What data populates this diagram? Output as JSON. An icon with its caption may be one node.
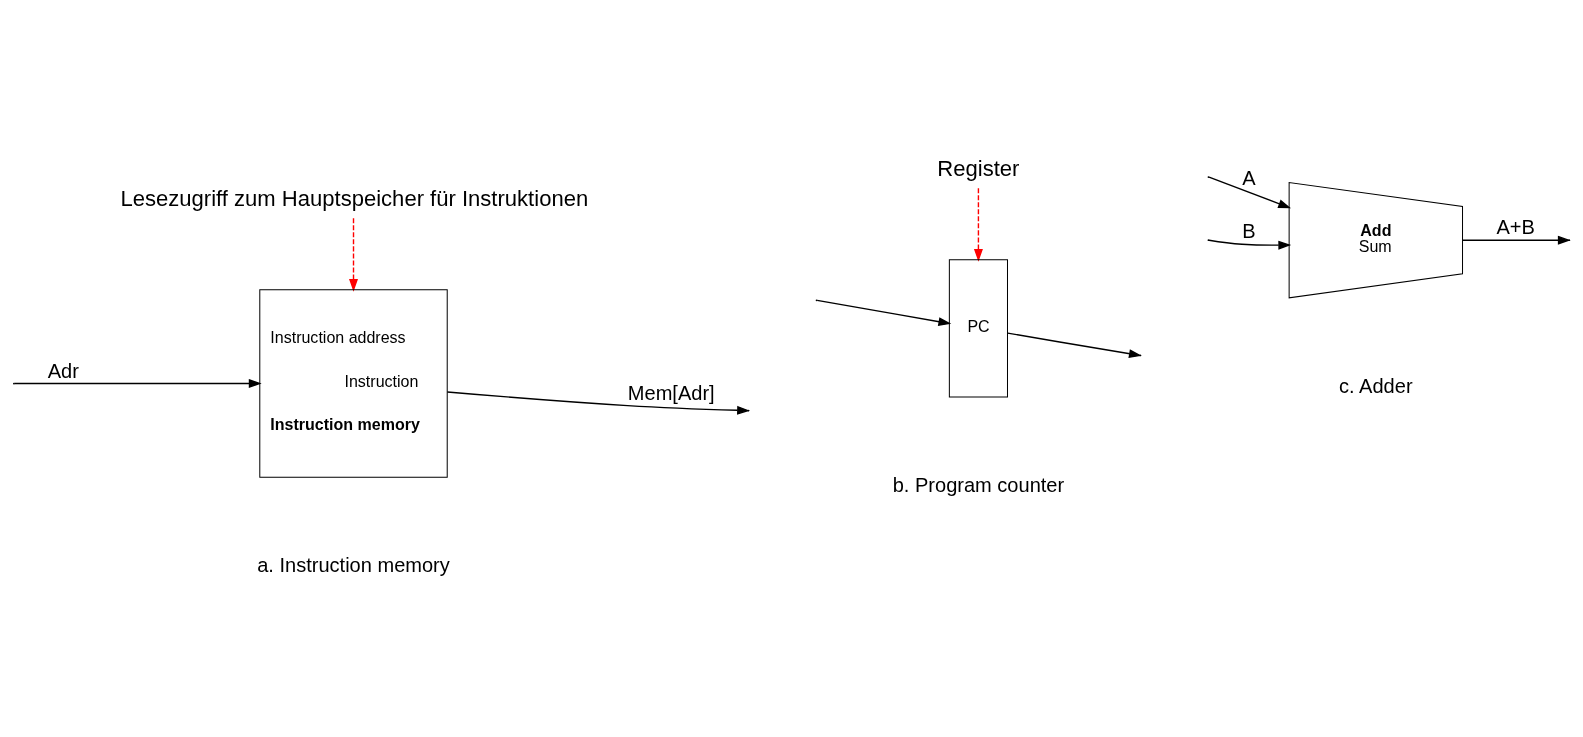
{
  "diagram": {
    "nodes": [
      {
        "text": [
          "Lesezugriff zum Hauptspeicher für Instruktionen"
        ]
      },
      {
        "text": [
          "Instruction address",
          "Instruction",
          "Instruction memory"
        ]
      },
      {
        "text": [
          "Register"
        ]
      },
      {
        "text": [
          "PC"
        ]
      },
      {
        "text": [
          "Add",
          "Sum"
        ]
      }
    ],
    "labels": [
      "a. Instruction memory",
      "b. Program counter",
      "c. Adder"
    ],
    "edges": [
      {
        "from": 1,
        "to": null,
        "arrow": "to",
        "label": "Mem[Adr]"
      },
      {
        "from": null,
        "to": 1,
        "arrow": "to",
        "label": "Adr"
      },
      {
        "from": null,
        "to": 3,
        "arrow": "to"
      },
      {
        "from": 3,
        "to": null,
        "arrow": "to"
      },
      {
        "from": 4,
        "to": null,
        "arrow": "to",
        "label": "A+B"
      },
      {
        "from": null,
        "to": 4,
        "arrow": "to",
        "label": "A"
      },
      {
        "from": null,
        "to": 4,
        "arrow": "to",
        "label": "B"
      },
      {
        "from": 0,
        "to": 1,
        "arrow": "to",
        "style": "dashed",
        "color": "#ff0000"
      },
      {
        "from": 2,
        "to": 3,
        "arrow": "to",
        "style": "dashed",
        "color": "#ff0000"
      }
    ]
  }
}
